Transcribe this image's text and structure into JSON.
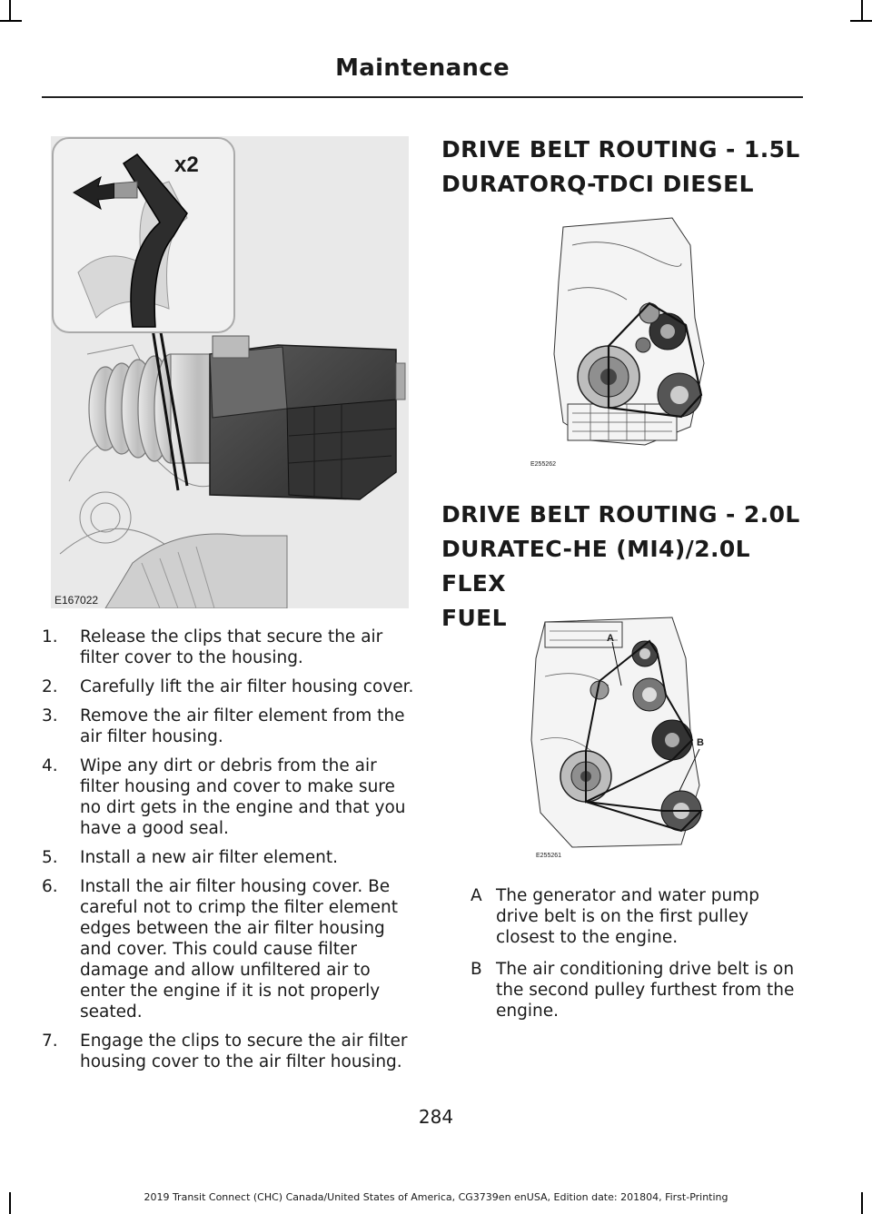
{
  "header": {
    "title": "Maintenance"
  },
  "figures": {
    "left": {
      "code": "E167022",
      "badge": "x2"
    },
    "right1": {
      "code": "E255262"
    },
    "right2": {
      "code": "E255261",
      "labels": [
        "A",
        "B"
      ]
    }
  },
  "steps": [
    {
      "num": "1.",
      "text": "Release the clips that secure the air filter cover to the housing."
    },
    {
      "num": "2.",
      "text": "Carefully lift the air filter housing cover."
    },
    {
      "num": "3.",
      "text": "Remove the air filter element from the air filter housing."
    },
    {
      "num": "4.",
      "text": "Wipe any dirt or debris from the air filter housing and cover to make sure no dirt gets in the engine and that you have a good seal."
    },
    {
      "num": "5.",
      "text": "Install a new air filter element."
    },
    {
      "num": "6.",
      "text": "Install the air filter housing cover.  Be careful not to crimp the filter element edges between the air filter housing and cover.  This could cause filter damage and allow unfiltered air to enter the engine if it is not properly seated."
    },
    {
      "num": "7.",
      "text": "Engage the clips to secure the air filter housing cover to the air filter housing."
    }
  ],
  "sections": [
    {
      "line1": "DRIVE BELT ROUTING - 1.5L",
      "line2": "DURATORQ-TDCI DIESEL",
      "line3": ""
    },
    {
      "line1": "DRIVE BELT ROUTING - 2.0L",
      "line2": "DURATEC-HE (MI4)/2.0L FLEX",
      "line3": "FUEL"
    }
  ],
  "legend": [
    {
      "key": "A",
      "text": "The generator and water pump drive belt is on the first pulley closest to the engine."
    },
    {
      "key": "B",
      "text": "The air conditioning drive belt is on the second pulley furthest from the engine."
    }
  ],
  "page_number": "284",
  "footer": "2019 Transit Connect (CHC) Canada/United States of America, CG3739en enUSA, Edition date: 201804, First-Printing"
}
